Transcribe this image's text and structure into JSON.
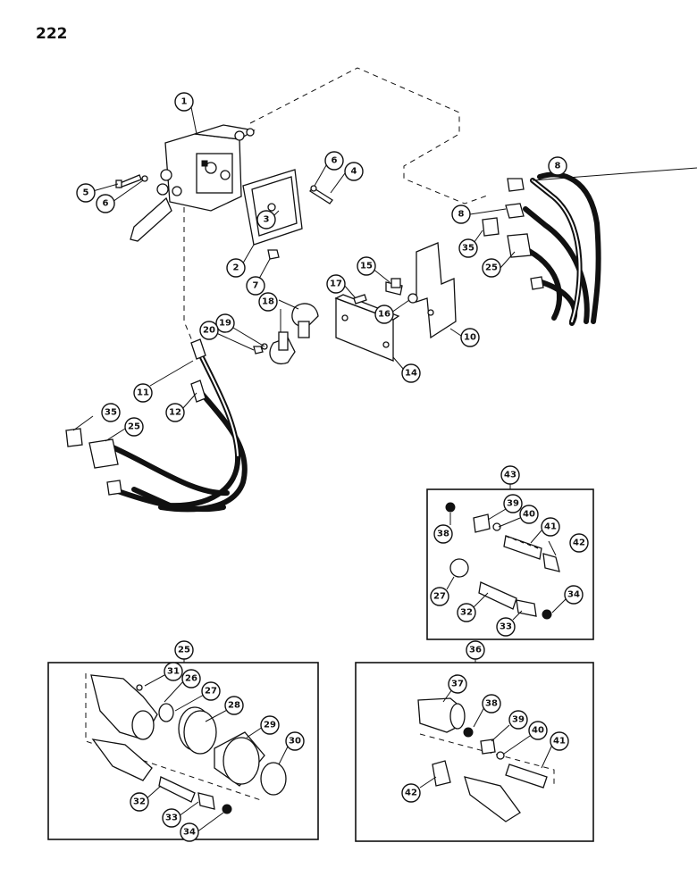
{
  "page": {
    "number": "222"
  },
  "callouts": {
    "c1": "1",
    "c3": "3",
    "c2": "2",
    "c4": "4",
    "c5": "5",
    "c6a": "6",
    "c6b": "6",
    "c7": "7",
    "c8a": "8",
    "c8b": "8",
    "c35a": "35",
    "c25a": "25",
    "c15": "15",
    "c16": "16",
    "c17": "17",
    "c18": "18",
    "c10": "10",
    "c14": "14",
    "c19": "19",
    "c20": "20",
    "c11": "11",
    "c12": "12",
    "c35b": "35",
    "c25b": "25",
    "k43": "43",
    "k38": "38",
    "k39": "39",
    "k40": "40",
    "k41": "41",
    "k42": "42",
    "k27": "27",
    "k32": "32",
    "k33": "33",
    "k34": "34",
    "k25": "25",
    "k31": "31",
    "k26": "26",
    "k27b": "27",
    "k28": "28",
    "k29": "29",
    "k30": "30",
    "k32b": "32",
    "k33b": "33",
    "k34b": "34",
    "k36": "36",
    "k37": "37",
    "k38b": "38",
    "k39b": "39",
    "k40b": "40",
    "k41b": "41",
    "k42b": "42"
  }
}
